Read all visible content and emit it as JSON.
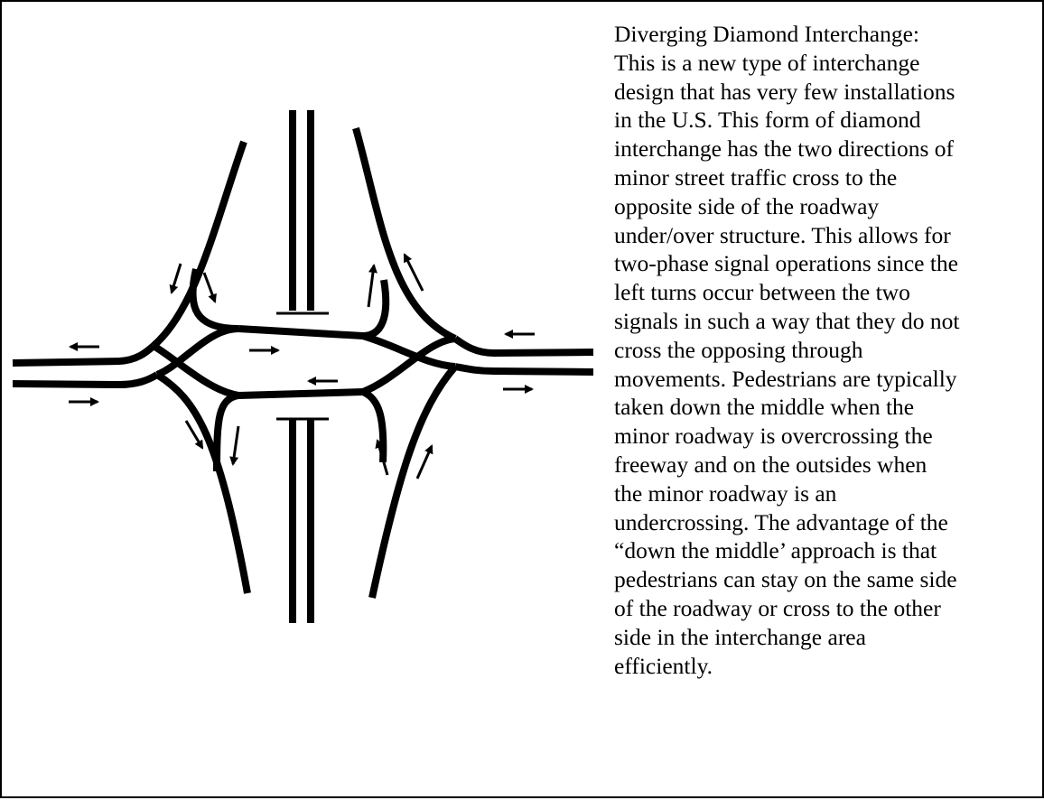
{
  "colors": {
    "ink": "#000000",
    "background": "#ffffff"
  },
  "description": {
    "lines": [
      "Diverging Diamond Interchange:",
      "This is a new type of interchange",
      "design that has very few installations",
      "in the U.S. This form of diamond",
      "interchange has the two directions of",
      "minor street traffic cross to the",
      "opposite side of the roadway",
      "under/over structure. This allows for",
      "two-phase signal operations since the",
      "left turns occur between the two",
      "signals in such a way that they do not",
      "cross the opposing through",
      "movements. Pedestrians are typically",
      "taken down the middle when the",
      "minor roadway is overcrossing the",
      "freeway and on the outsides when",
      "the minor roadway is an",
      "undercrossing. The advantage of the",
      "“down the middle’ approach is that",
      "pedestrians can stay on the same side",
      "of the roadway or cross to the other",
      "side in the interchange area",
      "efficiently."
    ]
  }
}
